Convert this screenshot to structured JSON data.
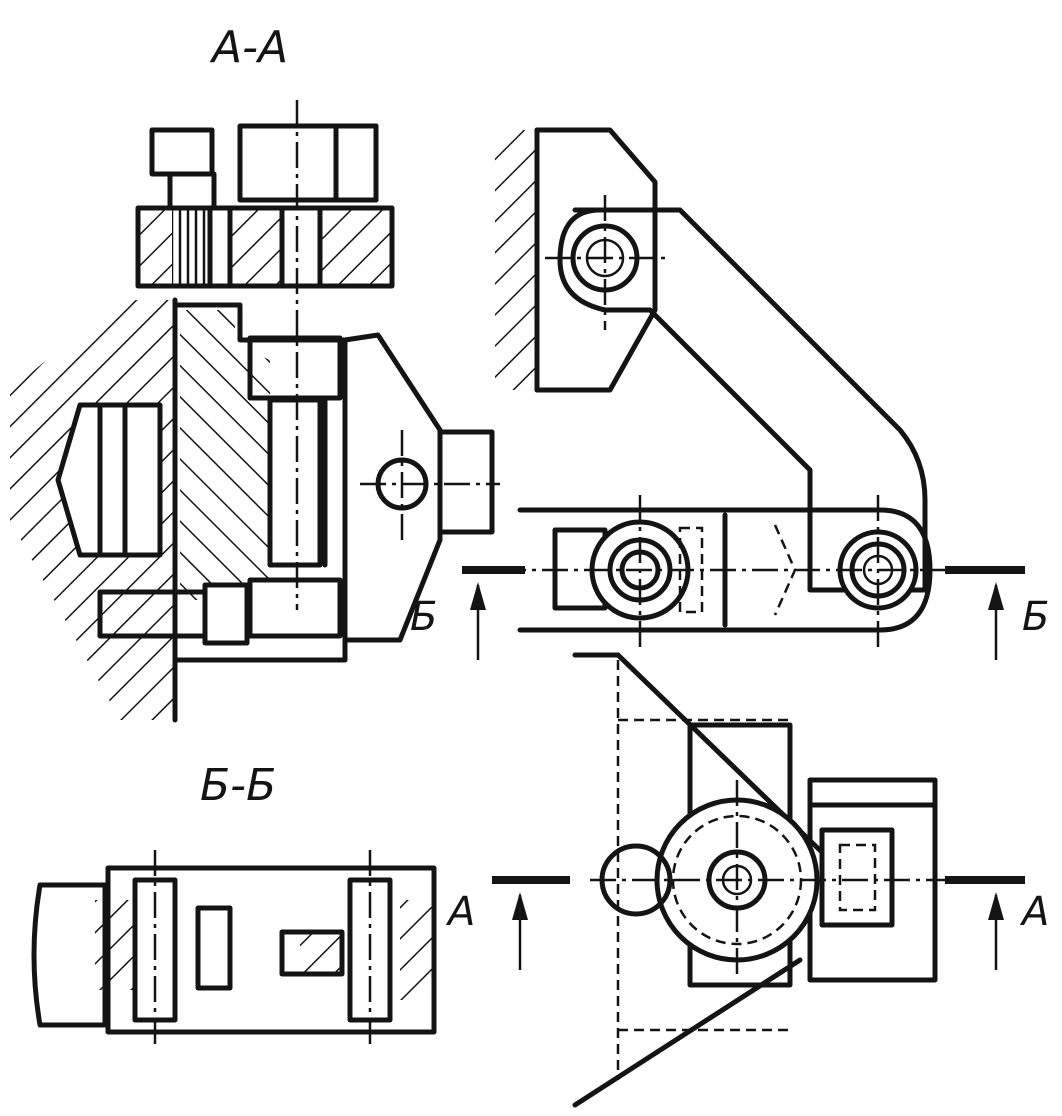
{
  "labels": {
    "section_aa_title": "А-А",
    "section_bb_title": "Б-Б",
    "cut_b_left": "Б",
    "cut_b_right": "Б",
    "cut_a_left": "А",
    "cut_a_right": "А"
  },
  "colors": {
    "ink": "#141414",
    "paper": "#ffffff"
  }
}
